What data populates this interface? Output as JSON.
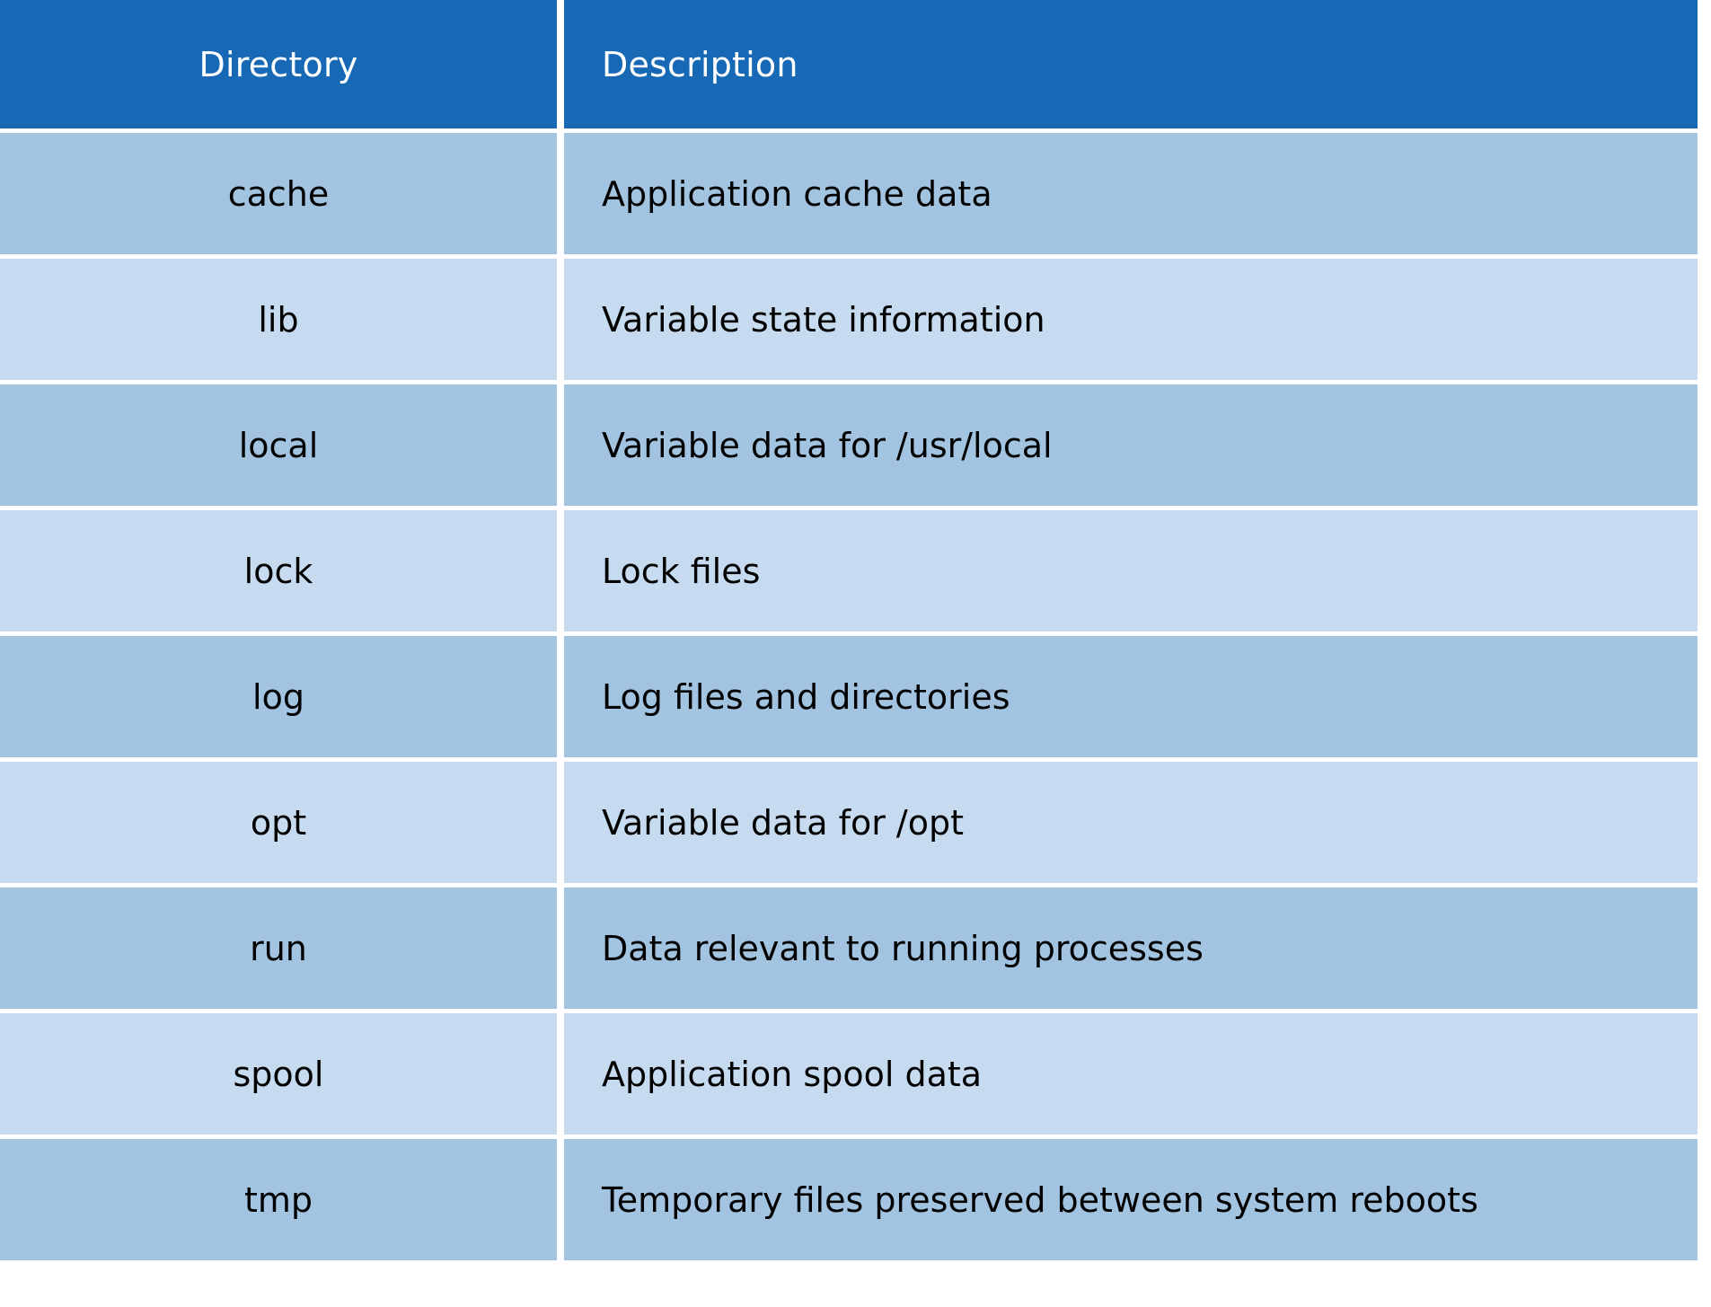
{
  "table": {
    "columns": [
      {
        "key": "directory",
        "label": "Directory",
        "align": "center"
      },
      {
        "key": "description",
        "label": "Description",
        "align": "left"
      }
    ],
    "header_bg": "#1769B5",
    "header_fg": "#FFFFFF",
    "row_bg_odd": "#A2C4E0",
    "row_bg_even": "#C6DAF0",
    "rows": [
      {
        "directory": "cache",
        "description": "Application cache data"
      },
      {
        "directory": "lib",
        "description": "Variable state information"
      },
      {
        "directory": "local",
        "description": "Variable data for /usr/local"
      },
      {
        "directory": "lock",
        "description": "Lock files"
      },
      {
        "directory": "log",
        "description": "Log files and directories"
      },
      {
        "directory": "opt",
        "description": "Variable data for /opt"
      },
      {
        "directory": "run",
        "description": "Data relevant to running processes"
      },
      {
        "directory": "spool",
        "description": "Application spool data"
      },
      {
        "directory": "tmp",
        "description": "Temporary files preserved between system reboots"
      }
    ]
  }
}
